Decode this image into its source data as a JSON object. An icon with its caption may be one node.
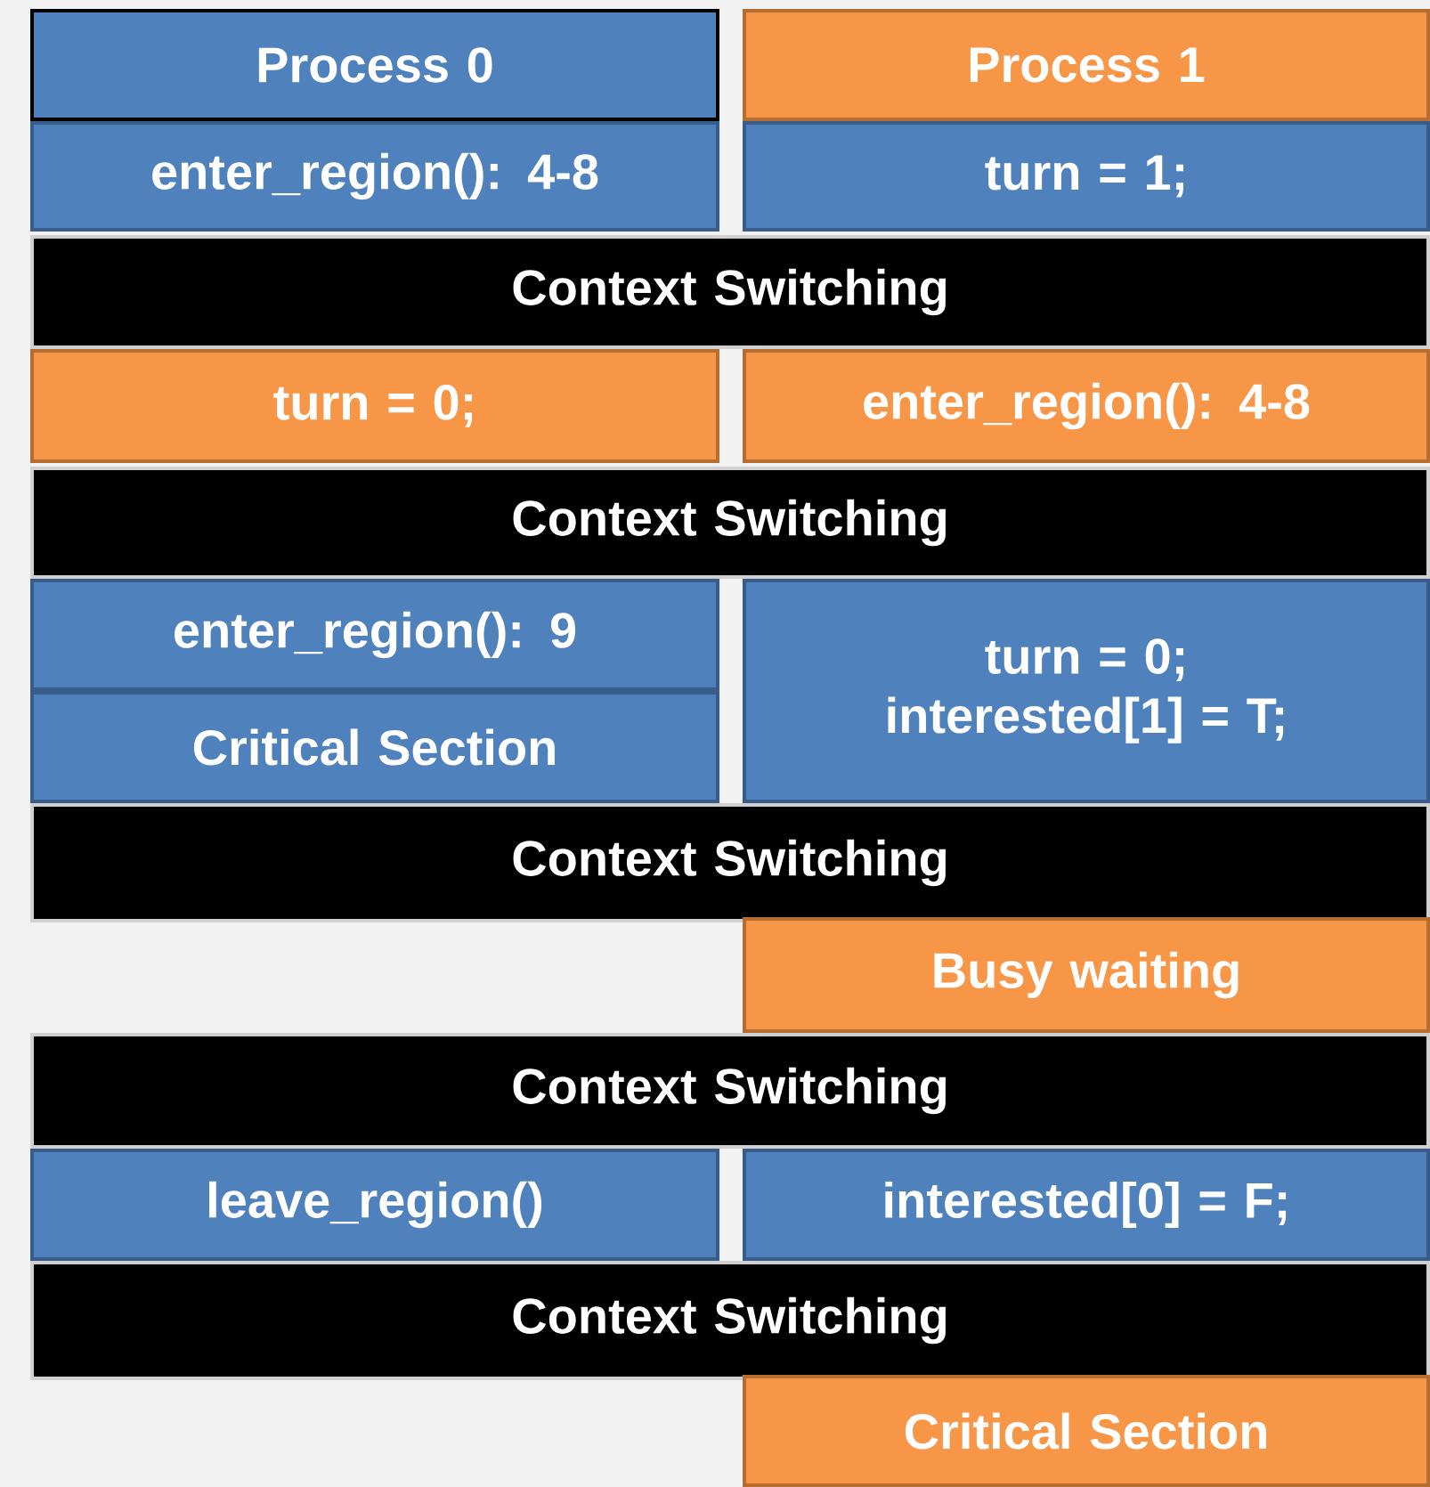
{
  "diagram": {
    "nodes": [
      {
        "text": [
          "Process 0"
        ]
      },
      {
        "text": [
          "Process 1"
        ]
      },
      {
        "text": [
          "enter_region(): 4-8"
        ]
      },
      {
        "text": [
          "turn = 1;"
        ]
      },
      {
        "text": [
          "Context Switching"
        ]
      },
      {
        "text": [
          "turn = 0;"
        ]
      },
      {
        "text": [
          "enter_region(): 4-8"
        ]
      },
      {
        "text": [
          "Context Switching"
        ]
      },
      {
        "text": [
          "enter_region(): 9"
        ]
      },
      {
        "text": [
          "Critical Section"
        ]
      },
      {
        "text": [
          "turn = 0; interested[1] = T;"
        ]
      },
      {
        "text": [
          "Context Switching"
        ]
      },
      {
        "text": [
          "Busy waiting"
        ]
      },
      {
        "text": [
          "Context Switching"
        ]
      },
      {
        "text": [
          "leave_region()"
        ]
      },
      {
        "text": [
          "interested[0] = F;"
        ]
      },
      {
        "text": [
          "Context Switching"
        ]
      },
      {
        "text": [
          "Critical Section"
        ]
      }
    ]
  }
}
